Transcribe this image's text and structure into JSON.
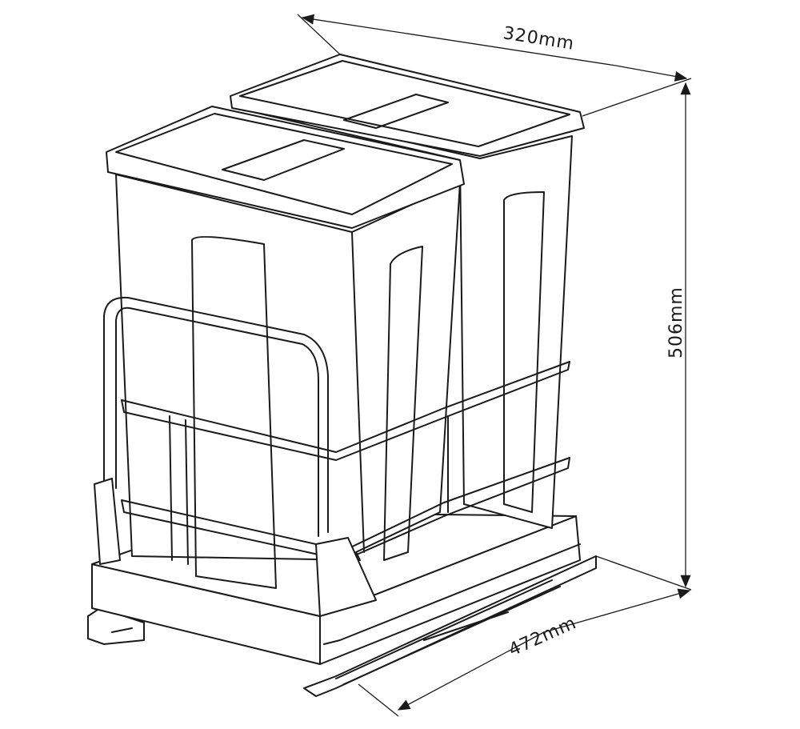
{
  "dimensions": {
    "width_label": "320mm",
    "height_label": "506mm",
    "depth_label": "472mm"
  },
  "colors": {
    "line": "#1a1a1a",
    "background": "#ffffff"
  }
}
